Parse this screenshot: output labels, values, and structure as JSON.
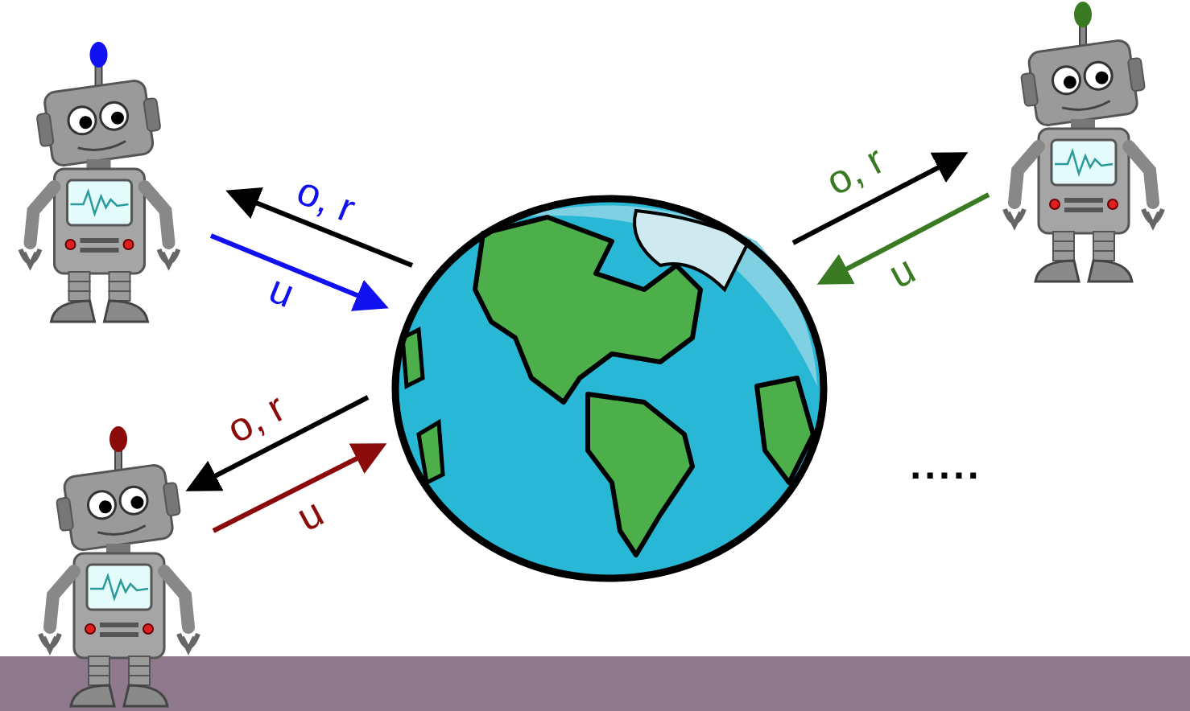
{
  "diagram": {
    "labels": [
      "o, r",
      "u",
      "o, r",
      "u",
      "o, r",
      "u",
      "....."
    ]
  }
}
